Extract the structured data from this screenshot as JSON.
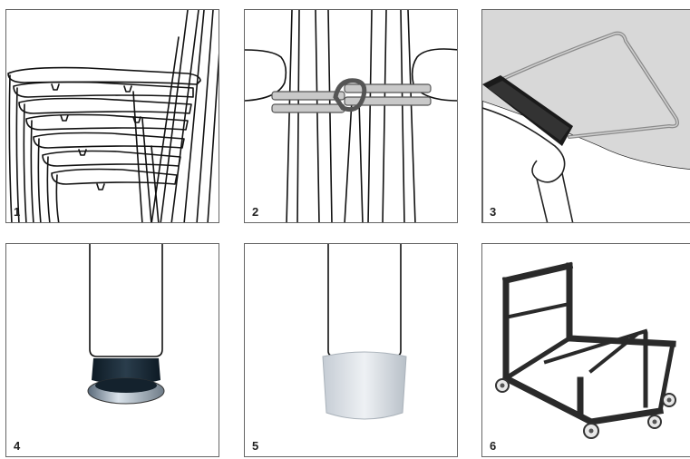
{
  "panels": [
    {
      "number": "1",
      "icon": "stacked-chairs-illustration"
    },
    {
      "number": "2",
      "icon": "linking-hooks-illustration"
    },
    {
      "number": "3",
      "icon": "row-connector-clip-photo"
    },
    {
      "number": "4",
      "icon": "swivel-glide-foot-photo"
    },
    {
      "number": "5",
      "icon": "felt-glide-cap-photo"
    },
    {
      "number": "6",
      "icon": "stacking-trolley-photo"
    }
  ]
}
